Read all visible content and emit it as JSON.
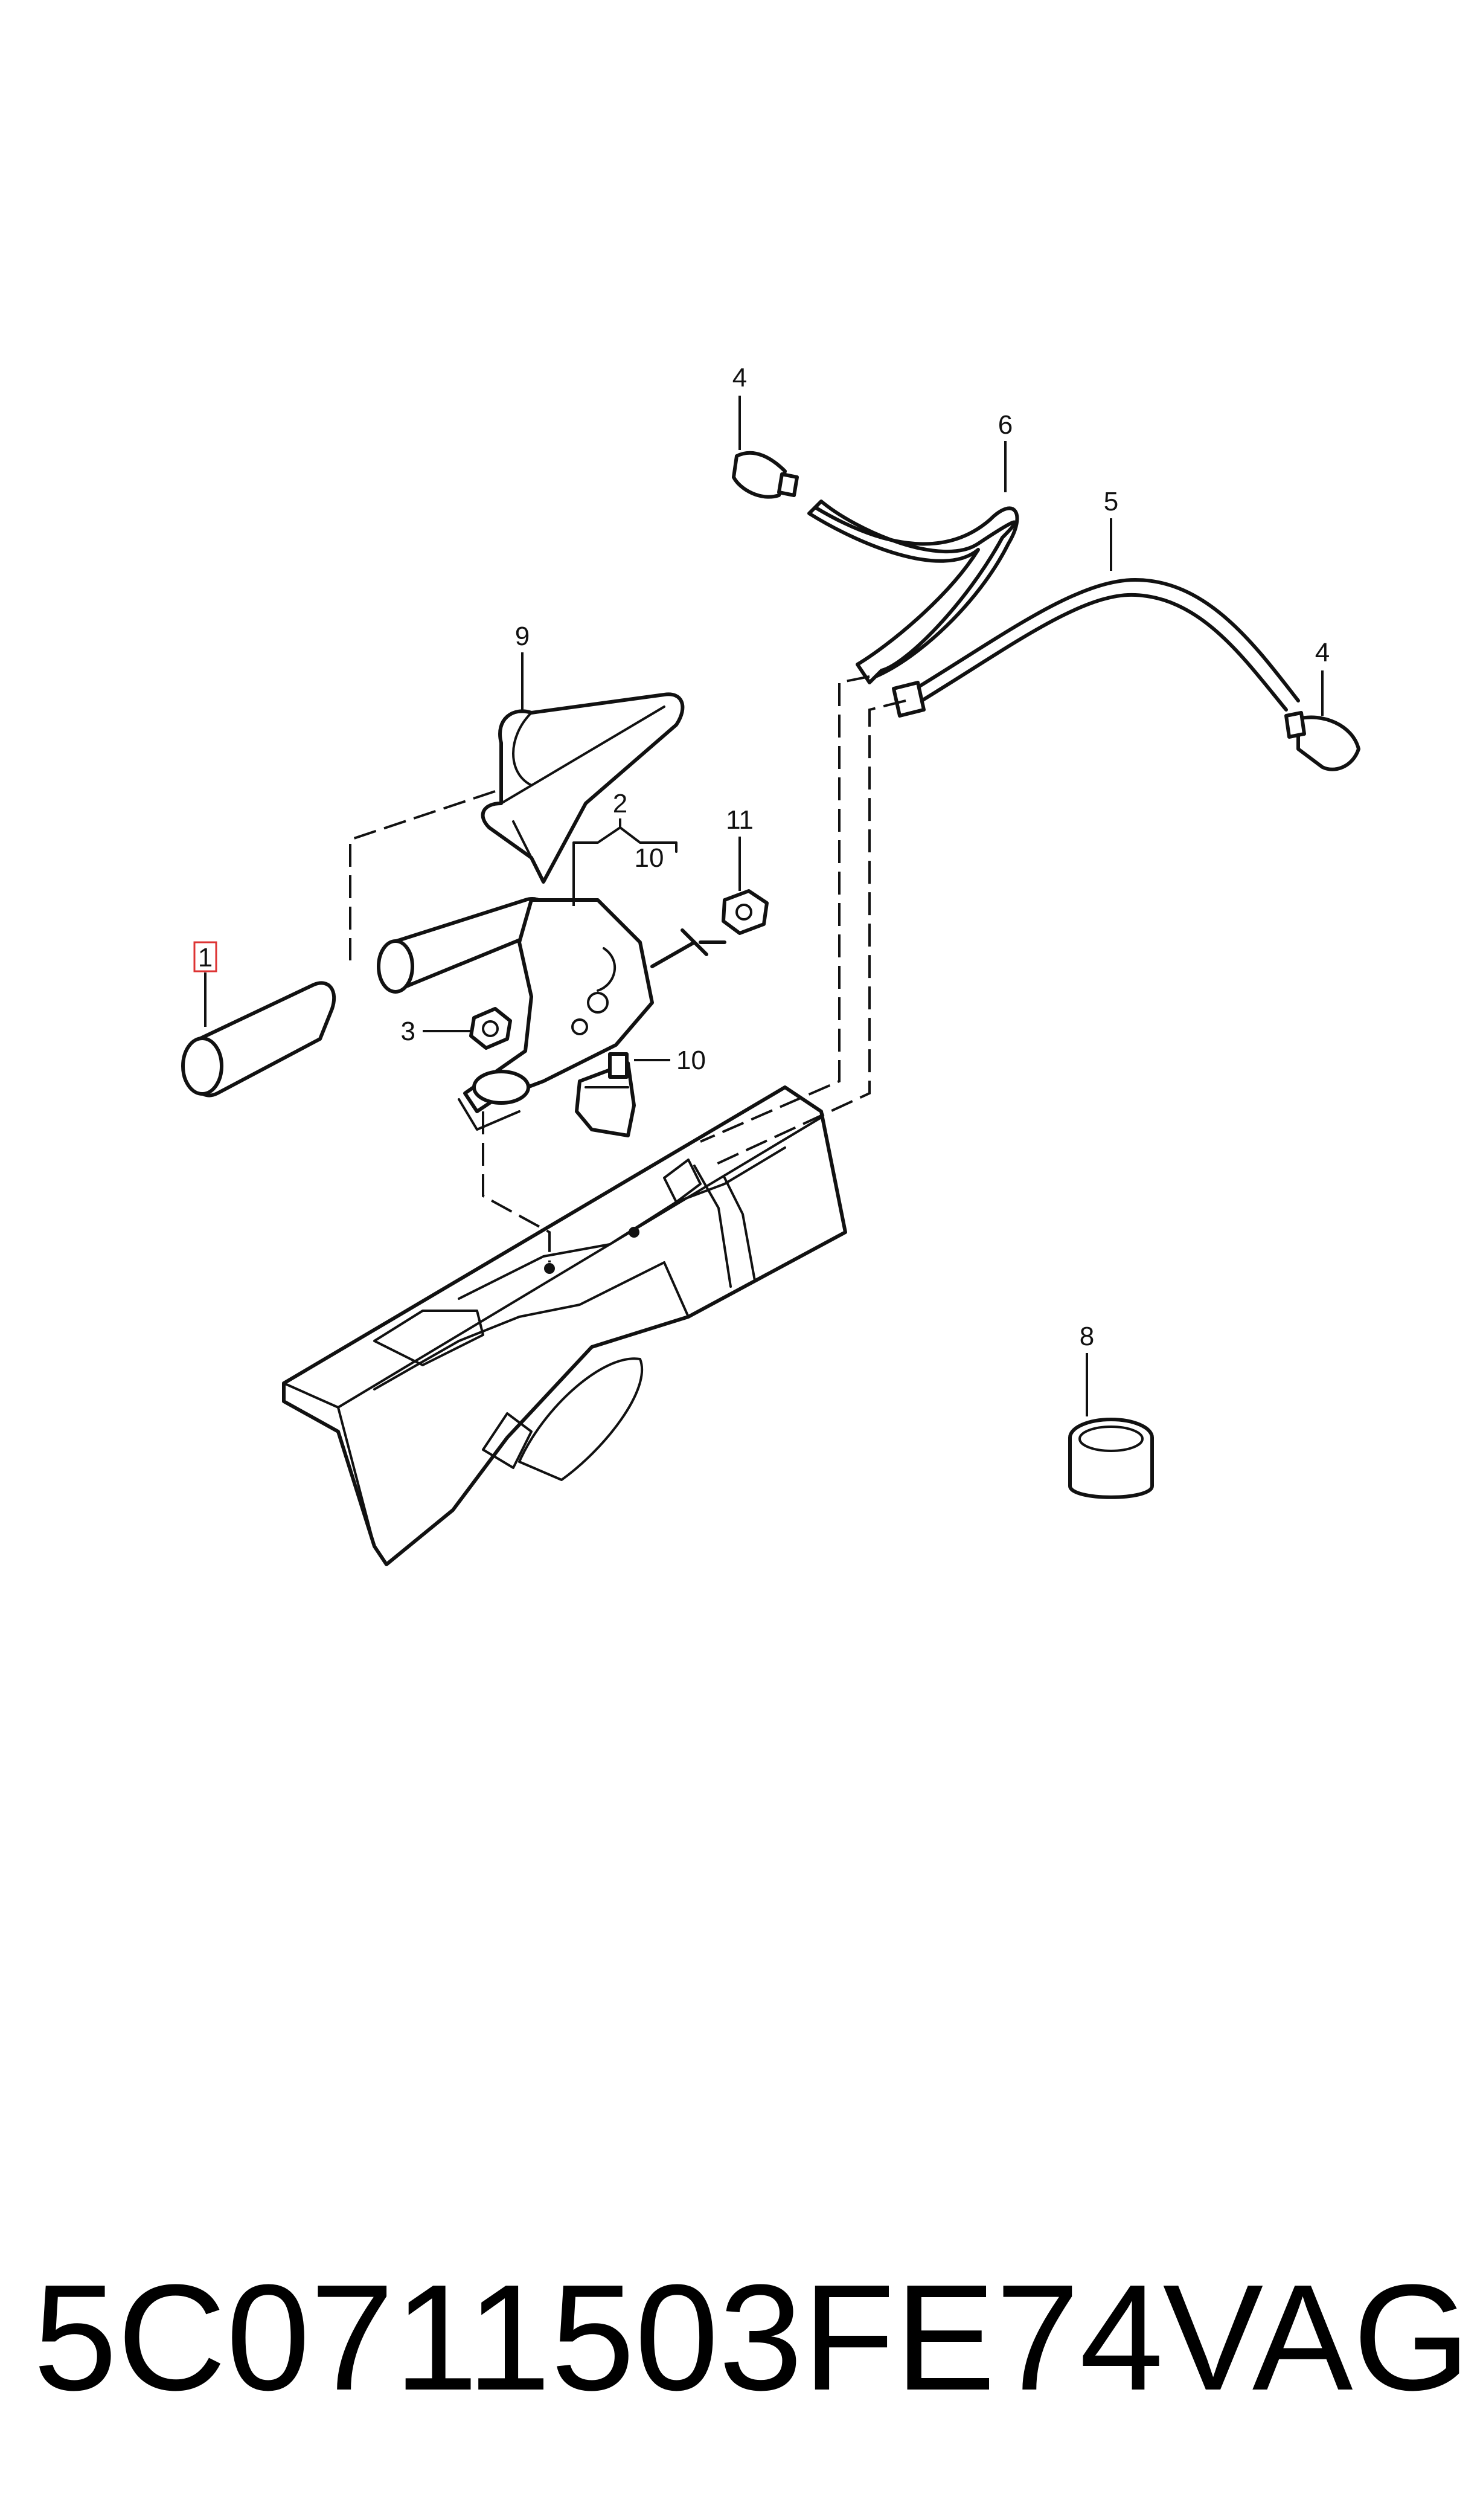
{
  "diagram": {
    "callouts": [
      {
        "id": "c1",
        "label": "1",
        "highlighted": true
      },
      {
        "id": "c2",
        "label": "2"
      },
      {
        "id": "c3",
        "label": "3"
      },
      {
        "id": "c4a",
        "label": "4"
      },
      {
        "id": "c4b",
        "label": "4"
      },
      {
        "id": "c5",
        "label": "5"
      },
      {
        "id": "c6",
        "label": "6"
      },
      {
        "id": "c8",
        "label": "8"
      },
      {
        "id": "c9",
        "label": "9"
      },
      {
        "id": "c10a",
        "label": "10"
      },
      {
        "id": "c10b",
        "label": "10"
      },
      {
        "id": "c11",
        "label": "11"
      }
    ],
    "highlight_color": "#dd3333"
  },
  "footer": {
    "part_number": "5C0711503FE74",
    "brand": "VAG"
  }
}
